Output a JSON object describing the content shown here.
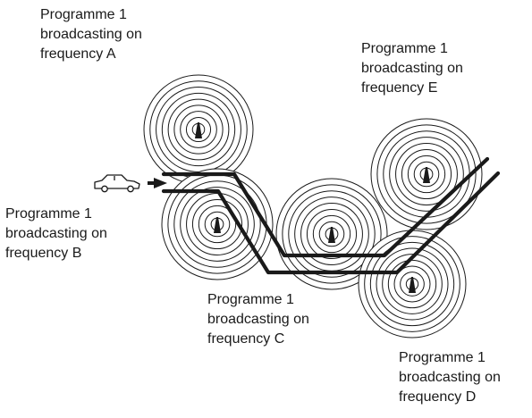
{
  "colors": {
    "ink": "#1a1a1a",
    "background": "#ffffff"
  },
  "transmitters": [
    {
      "id": "A",
      "lines": [
        "Programme 1",
        "broadcasting on",
        "frequency A"
      ]
    },
    {
      "id": "B",
      "lines": [
        "Programme 1",
        "broadcasting on",
        "frequency B"
      ]
    },
    {
      "id": "C",
      "lines": [
        "Programme 1",
        "broadcasting on",
        "frequency C"
      ]
    },
    {
      "id": "D",
      "lines": [
        "Programme 1",
        "broadcasting on",
        "frequency D"
      ]
    },
    {
      "id": "E",
      "lines": [
        "Programme 1",
        "broadcasting on",
        "frequency E"
      ]
    }
  ],
  "icons": {
    "vehicle": "car-icon",
    "direction": "arrow-right-icon",
    "tower": "transmitter-tower-icon"
  }
}
